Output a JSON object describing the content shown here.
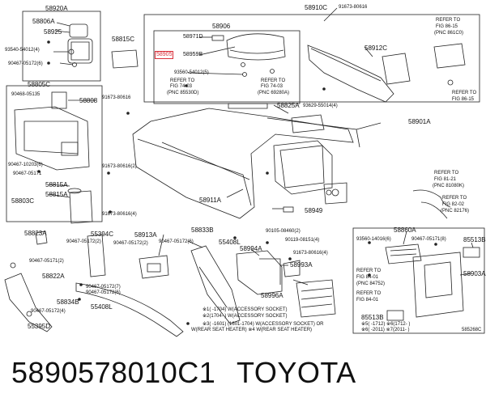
{
  "footer": {
    "part_number": "5890578010C1",
    "brand": "TOYOTA"
  },
  "diagram_id": "585268C",
  "labels": {
    "p58920A": "58920A",
    "p58806A": "58806A",
    "p58925": "58925",
    "p93540": "93540-54012(4)",
    "p90467a": "90467-05172(6)",
    "p58815C": "58815C",
    "p58906": "58906",
    "p58971D": "58971D",
    "p58905": "58905",
    "p58959B": "58959B",
    "p93560": "93560-54012(5)",
    "refer_85530": "REFER TO",
    "fig_74_03a": "FIG 74-03",
    "pnc_85530": "(PNC 85530D)",
    "refer_69280": "REFER TO",
    "fig_74_03b": "FIG 74-03",
    "pnc_69280": "(PNC 69280A)",
    "p58910C": "58910C",
    "p91673a": "91673-80616",
    "p58912C": "58912C",
    "refer_86c": "REFER TO",
    "fig_86_15a": "FIG 86-15",
    "pnc_86c": "(PNC 861C0)",
    "refer_86b": "REFER TO",
    "fig_86_15b": "FIG 86-15",
    "p58805C": "58805C",
    "p90468": "90468-05135",
    "p58808": "58808",
    "p91673b": "91673-80616",
    "p58825A": "58825A",
    "p93629": "93629-55014(4)",
    "p58901A": "58901A",
    "p90467b": "90467-10203(6)",
    "p90467c": "90467-05171",
    "p58815A_1": "58815A",
    "p58803C": "58803C",
    "p58815A_2": "58815A",
    "p91673c": "91673-80616(2)",
    "p58911A": "58911A",
    "p91673d": "91673-80616(4)",
    "p58949": "58949",
    "refer_81": "REFER TO",
    "fig_81_21": "FIG 81-21",
    "pnc_81": "(PNC 81080K)",
    "refer_82": "REFER TO",
    "fig_82_02": "FIG 82-02",
    "pnc_82": "(PNC 82176)",
    "p58823A": "58823A",
    "p90467d": "90467-05172(2)",
    "p90467e": "90467-05171(2)",
    "p58822A": "58822A",
    "p90467f": "90467-05172(4)",
    "p55395D": "55395D",
    "p55394C": "55394C",
    "p58834B": "58834B",
    "p58913A": "58913A",
    "p90467g": "90467-05172(2)",
    "p90467h": "90467-05172(7)",
    "p90467i": "90467-05172(6)",
    "p55408L_1": "55408L",
    "p58833B": "58833B",
    "p90467j": "90467-05172(6)",
    "p55408L_2": "55408L",
    "p58994A": "58994A",
    "p90105": "90105-08460(2)",
    "p90119": "90119-08151(4)",
    "p91673e": "91673-80616(4)",
    "p58993A": "58993A",
    "p58996A": "58996A",
    "p58860A": "58860A",
    "p93560b": "93560-14016(6)",
    "p90467k": "90467-05171(8)",
    "refer_84a": "REFER TO",
    "fig_84_01a": "FIG 84-01",
    "pnc_84a": "(PNC 84752)",
    "refer_84b": "REFER TO",
    "fig_84_01b": "FIG 84-01",
    "p85513B_1": "85513B",
    "p58903A": "58903A",
    "p85513B_2": "85513B",
    "note1": "※1(    -1704) W(ACCESSORY SOCKET)",
    "note2": "※2(1704-    ) W(ACCESSORY SOCKET)",
    "note3": "※3(    -1601) (1601-1704) W(ACCESSORY SOCKET) OR",
    "note4": "W(REAR SEAT HEATER) ※4 W(REAR SEAT HEATER)",
    "note5": "※5(    -1712) ※6(1712-    )",
    "note6": "※6(    -2011) ※7(2011-    )"
  }
}
